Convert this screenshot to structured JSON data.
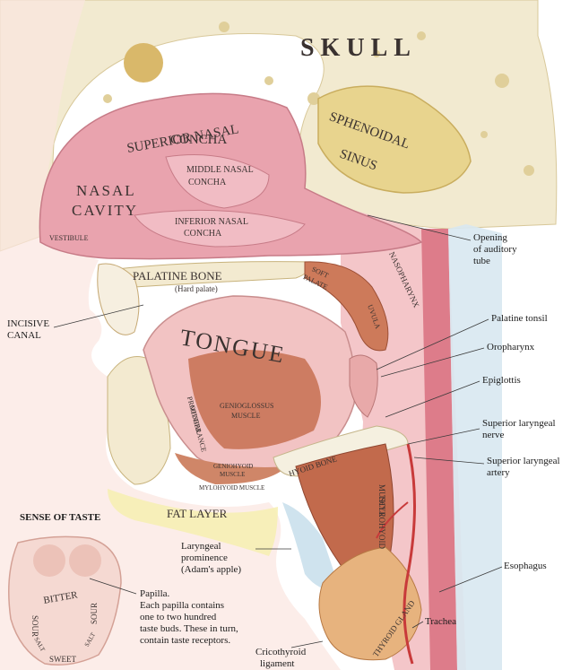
{
  "labels": {
    "skull": "SKULL",
    "superior_nasal": "SUPERIOR NASAL",
    "concha_sup": "CONCHA",
    "middle_nasal": "MIDDLE NASAL",
    "concha_mid": "CONCHA",
    "inferior_nasal": "INFERIOR NASAL",
    "concha_inf": "CONCHA",
    "nasal": "NASAL",
    "cavity": "CAVITY",
    "vestibule": "VESTIBULE",
    "sphenoidal": "SPHENOIDAL",
    "sinus": "SINUS",
    "nasopharynx": "NASOPHARYNX",
    "opening_1": "Opening",
    "opening_2": "of auditory",
    "opening_3": "tube",
    "palatine_bone": "PALATINE BONE",
    "hard_palate": "(Hard palate)",
    "soft_palate_1": "SOFT",
    "soft_palate_2": "PALATE",
    "uvula": "UVULA",
    "incisive_1": "INCISIVE",
    "incisive_2": "CANAL",
    "tongue": "TONGUE",
    "genioglossus_1": "GENIOGLOSSUS",
    "genioglossus_2": "MUSCLE",
    "mental_1": "MENTAL",
    "mental_2": "PROTUBERANCE",
    "geniohyoid_1": "GENIOHYOID",
    "geniohyoid_2": "MUSCLE",
    "mylohyoid": "MYLOHYOID MUSCLE",
    "hyoid_bone": "HYOID BONE",
    "thyrohyoid_1": "THYROHYOID",
    "thyrohyoid_2": "MUSCLE",
    "fat_layer": "FAT LAYER",
    "palatine_tonsil": "Palatine tonsil",
    "oropharynx": "Oropharynx",
    "epiglottis": "Epiglottis",
    "sup_laryngeal_nerve_1": "Superior laryngeal",
    "sup_laryngeal_nerve_2": "nerve",
    "sup_laryngeal_artery_1": "Superior laryngeal",
    "sup_laryngeal_artery_2": "artery",
    "laryngeal_prom_1": "Laryngeal",
    "laryngeal_prom_2": "prominence",
    "laryngeal_prom_3": "(Adam's apple)",
    "esophagus": "Esophagus",
    "trachea": "Trachea",
    "thyroid_gland": "THYROID GLAND",
    "cricothyroid_1": "Cricothyroid",
    "cricothyroid_2": "ligament",
    "sense_of_taste": "SENSE OF TASTE",
    "bitter": "BITTER",
    "sour_left": "SOUR",
    "sour_right": "SOUR",
    "salt_left": "SALT",
    "salt_right": "SALT",
    "sweet": "SWEET",
    "papilla_1": "Papilla.",
    "papilla_2": "Each papilla contains",
    "papilla_3": "one to two hundred",
    "papilla_4": "taste buds. These in turn,",
    "papilla_5": "contain taste receptors."
  },
  "colors": {
    "nasal_pink": "#e9a3ae",
    "tissue_pink": "#f2c9c9",
    "muscle": "#c97458",
    "bone_cream": "#f3ead2",
    "fat_yellow": "#f6efb0",
    "sinus_gold": "#e7d28c",
    "trachea_blue": "#cfe3ee"
  }
}
